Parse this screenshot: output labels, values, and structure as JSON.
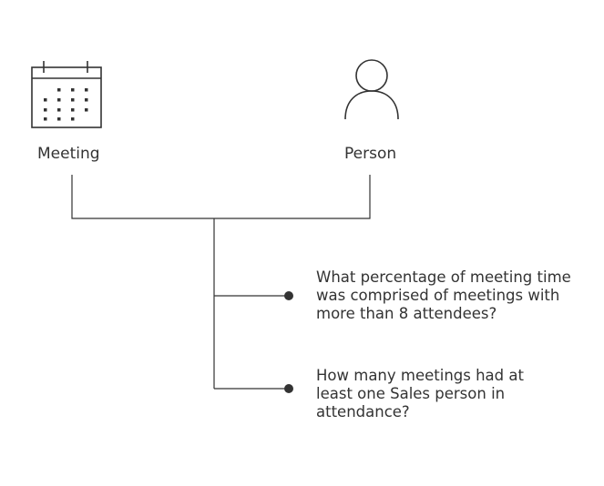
{
  "entities": [
    {
      "label": "Meeting",
      "icon": "calendar-icon"
    },
    {
      "label": "Person",
      "icon": "person-icon"
    }
  ],
  "questions": [
    "What percentage of meeting time was comprised of meetings with more than 8 attendees?",
    "How many meetings had at least one Sales person in attendance?"
  ],
  "colors": {
    "line": "#333333",
    "text": "#333333",
    "background": "#ffffff"
  }
}
